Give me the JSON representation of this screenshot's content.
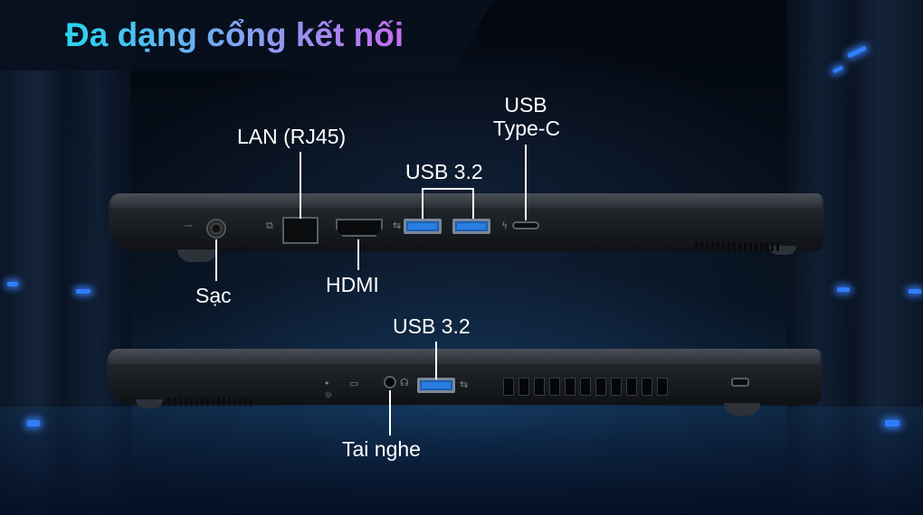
{
  "title": "Đa dạng cổng kết nối",
  "colors": {
    "title_gradient_start": "#27d3ef",
    "title_gradient_end": "#c36df0",
    "label_text": "#ffffff",
    "led_blue": "#2f7dff",
    "usb_port_blue": "#2a7de0"
  },
  "top_side": {
    "labels": {
      "lan": "LAN (RJ45)",
      "usb_pair": "USB 3.2",
      "usb_c_line1": "USB",
      "usb_c_line2": "Type-C",
      "charge": "Sạc",
      "hdmi": "HDMI"
    }
  },
  "bottom_side": {
    "labels": {
      "usb": "USB 3.2",
      "headphone": "Tai nghe"
    }
  }
}
